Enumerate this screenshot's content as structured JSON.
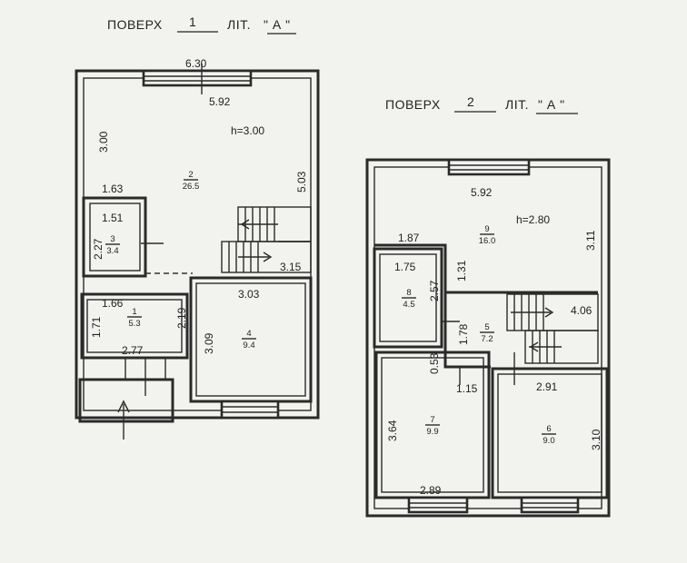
{
  "floor1": {
    "title_prefix": "ПОВЕРХ",
    "floor_number": "1",
    "lit_prefix": "ЛІТ.",
    "lit_value": "\" А \"",
    "outer_width": "6.30",
    "height_label": "h=3.00",
    "dims": {
      "top_inner": "5.92",
      "left_upper": "3.00",
      "right_upper": "5.03",
      "r2_left_segment": "1.63",
      "r3_width": "1.51",
      "r3_height": "2.27",
      "stair_right": "3.15",
      "r4_width": "3.03",
      "r4_height": "3.09",
      "r1_width": "1.66",
      "r1_height": "1.71",
      "r1_right": "2.19",
      "bottom_left": "2.77"
    },
    "rooms": {
      "r2": {
        "num": "2",
        "area": "26.5"
      },
      "r3": {
        "num": "3",
        "area": "3.4"
      },
      "r1": {
        "num": "1",
        "area": "5.3"
      },
      "r4": {
        "num": "4",
        "area": "9.4"
      }
    }
  },
  "floor2": {
    "title_prefix": "ПОВЕРХ",
    "floor_number": "2",
    "lit_prefix": "ЛІТ.",
    "lit_value": "\" А \"",
    "height_label": "h=2.80",
    "dims": {
      "top_inner": "5.92",
      "r9_right": "3.11",
      "r9_left_segment": "1.87",
      "r8_width": "1.75",
      "r8_mid": "1.31",
      "r8_height": "2.57",
      "stair_right": "4.06",
      "r5_height": "1.78",
      "r5_small": "0.53",
      "r5_bottom": "1.15",
      "r6_width": "2.91",
      "r7_height": "3.64",
      "r6_height": "3.10",
      "r7_width": "2.89"
    },
    "rooms": {
      "r9": {
        "num": "9",
        "area": "16.0"
      },
      "r8": {
        "num": "8",
        "area": "4.5"
      },
      "r5": {
        "num": "5",
        "area": "7.2"
      },
      "r7": {
        "num": "7",
        "area": "9.9"
      },
      "r6": {
        "num": "6",
        "area": "9.0"
      }
    }
  }
}
